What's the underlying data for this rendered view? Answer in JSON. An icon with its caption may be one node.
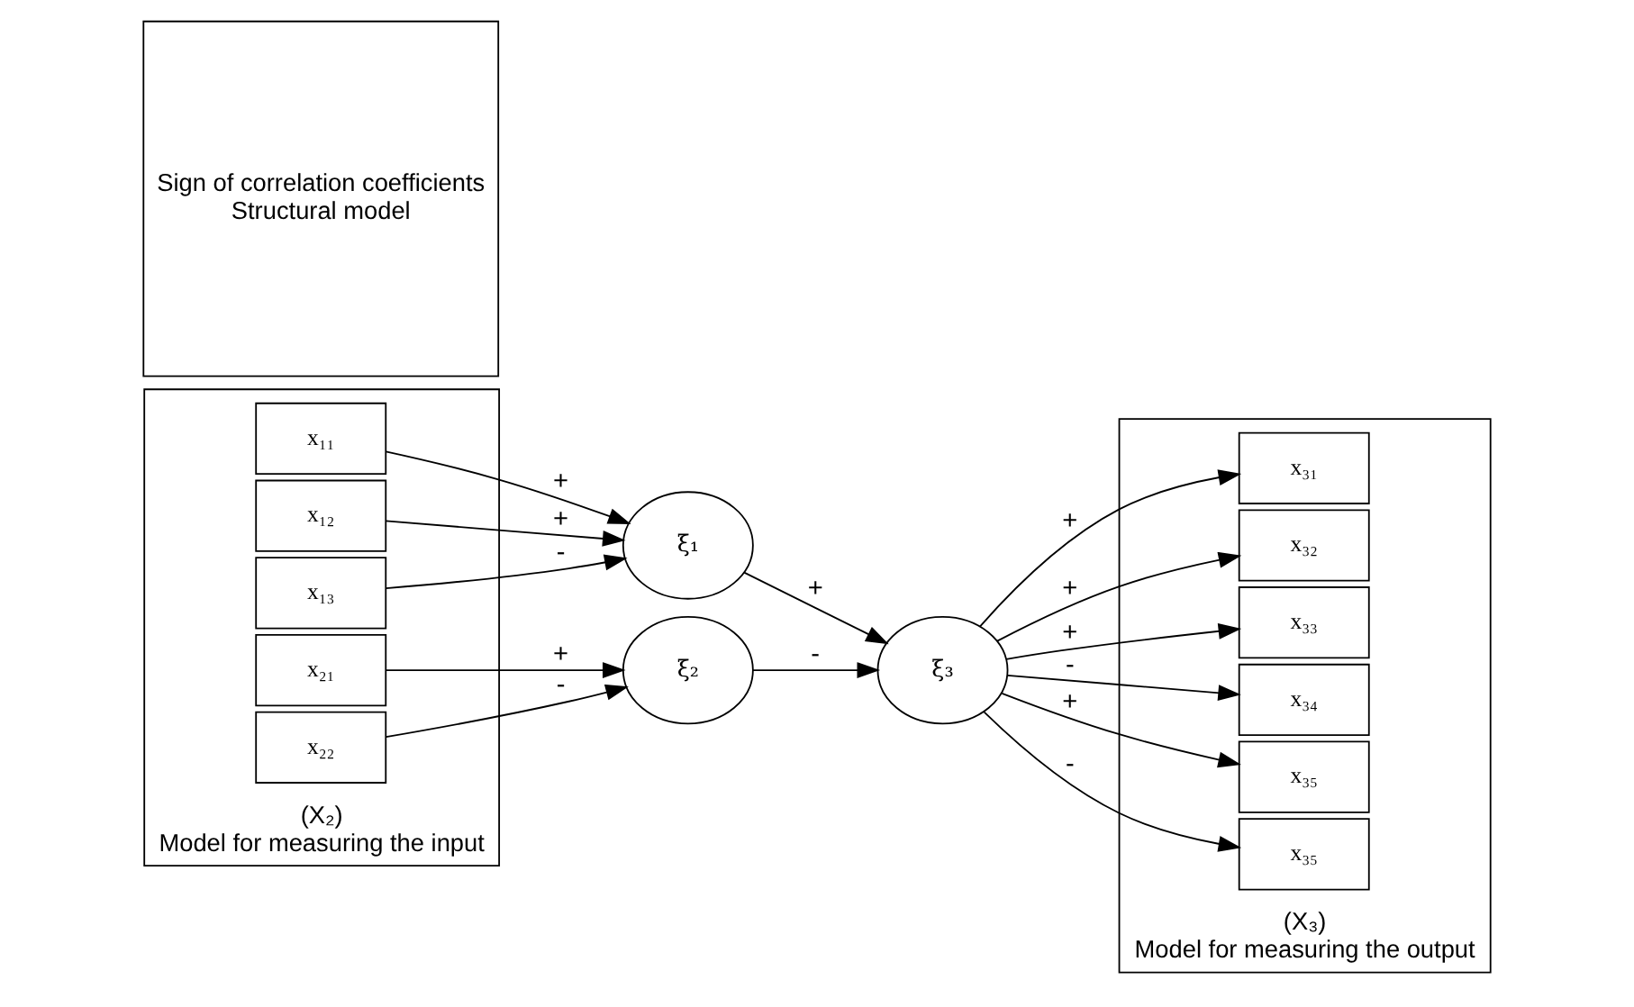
{
  "diagram": {
    "nodes": [
      {
        "text": [
          "(X₂)",
          "Model for measuring the input"
        ]
      },
      {
        "text": [
          "Sign of correlation coefficients",
          "Structural model"
        ]
      },
      {
        "text": [
          "(X₃)",
          "Model for measuring the output"
        ]
      },
      {
        "text": [
          "x₁₁"
        ],
        "in": 0
      },
      {
        "text": [
          "x₁₂"
        ],
        "in": 0
      },
      {
        "text": [
          "x₁₃"
        ],
        "in": 0
      },
      {
        "text": [
          "x₂₁"
        ],
        "in": 0
      },
      {
        "text": [
          "x₂₂"
        ],
        "in": 0
      },
      {
        "text": [
          "ξ₁"
        ]
      },
      {
        "text": [
          "ξ₂"
        ]
      },
      {
        "text": [
          "ξ₃"
        ]
      },
      {
        "text": [
          "x₃₁"
        ],
        "in": 2
      },
      {
        "text": [
          "x₃₂"
        ],
        "in": 2
      },
      {
        "text": [
          "x₃₃"
        ],
        "in": 2
      },
      {
        "text": [
          "x₃₄"
        ],
        "in": 2
      },
      {
        "text": [
          "x₃₅"
        ],
        "in": 2
      },
      {
        "text": [
          "x₃₅"
        ],
        "in": 2
      }
    ],
    "edges": [
      {
        "from": 3,
        "to": 8,
        "arrow": "to",
        "label": "+"
      },
      {
        "from": 4,
        "to": 8,
        "arrow": "to",
        "label": "+"
      },
      {
        "from": 5,
        "to": 8,
        "arrow": "to",
        "label": "-"
      },
      {
        "from": 6,
        "to": 9,
        "arrow": "to",
        "label": "+"
      },
      {
        "from": 7,
        "to": 9,
        "arrow": "to",
        "label": "-"
      },
      {
        "from": 8,
        "to": 10,
        "arrow": "to",
        "label": "+"
      },
      {
        "from": 9,
        "to": 10,
        "arrow": "to",
        "label": "-"
      },
      {
        "from": 10,
        "to": 11,
        "arrow": "to",
        "label": "+"
      },
      {
        "from": 10,
        "to": 12,
        "arrow": "to",
        "label": "+"
      },
      {
        "from": 10,
        "to": 13,
        "arrow": "to",
        "label": "+"
      },
      {
        "from": 10,
        "to": 14,
        "arrow": "to",
        "label": "-"
      },
      {
        "from": 10,
        "to": 15,
        "arrow": "to",
        "label": "+"
      },
      {
        "from": 10,
        "to": 16,
        "arrow": "to",
        "label": "-"
      }
    ]
  }
}
